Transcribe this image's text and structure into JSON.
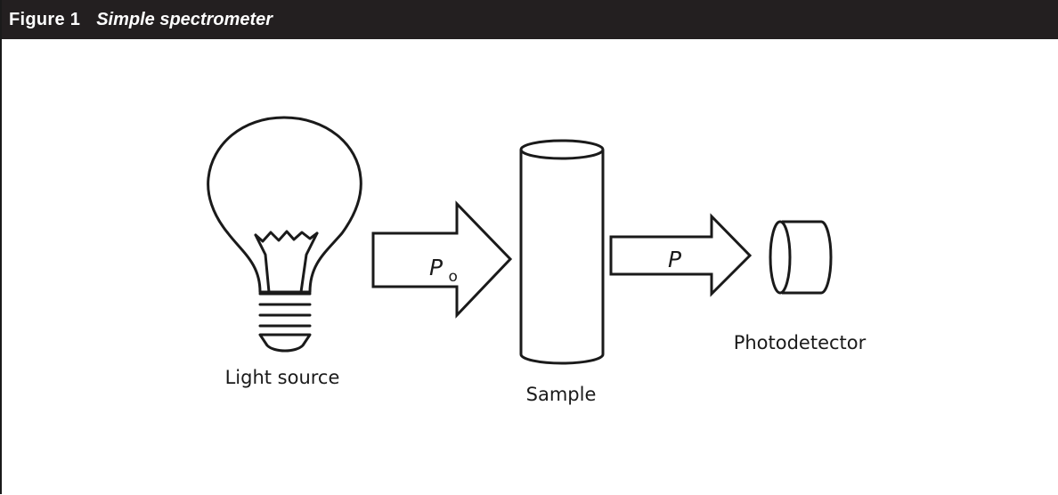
{
  "header": {
    "figure_label": "Figure 1",
    "caption": "Simple spectrometer"
  },
  "diagram": {
    "components": {
      "light_source": "Light source",
      "sample": "Sample",
      "photodetector": "Photodetector"
    },
    "beams": {
      "incident_symbol": "P",
      "incident_subscript": "o",
      "transmitted_symbol": "P"
    }
  },
  "colors": {
    "header_bg": "#231f20",
    "header_text": "#ffffff",
    "stroke": "#1a1a1a"
  }
}
